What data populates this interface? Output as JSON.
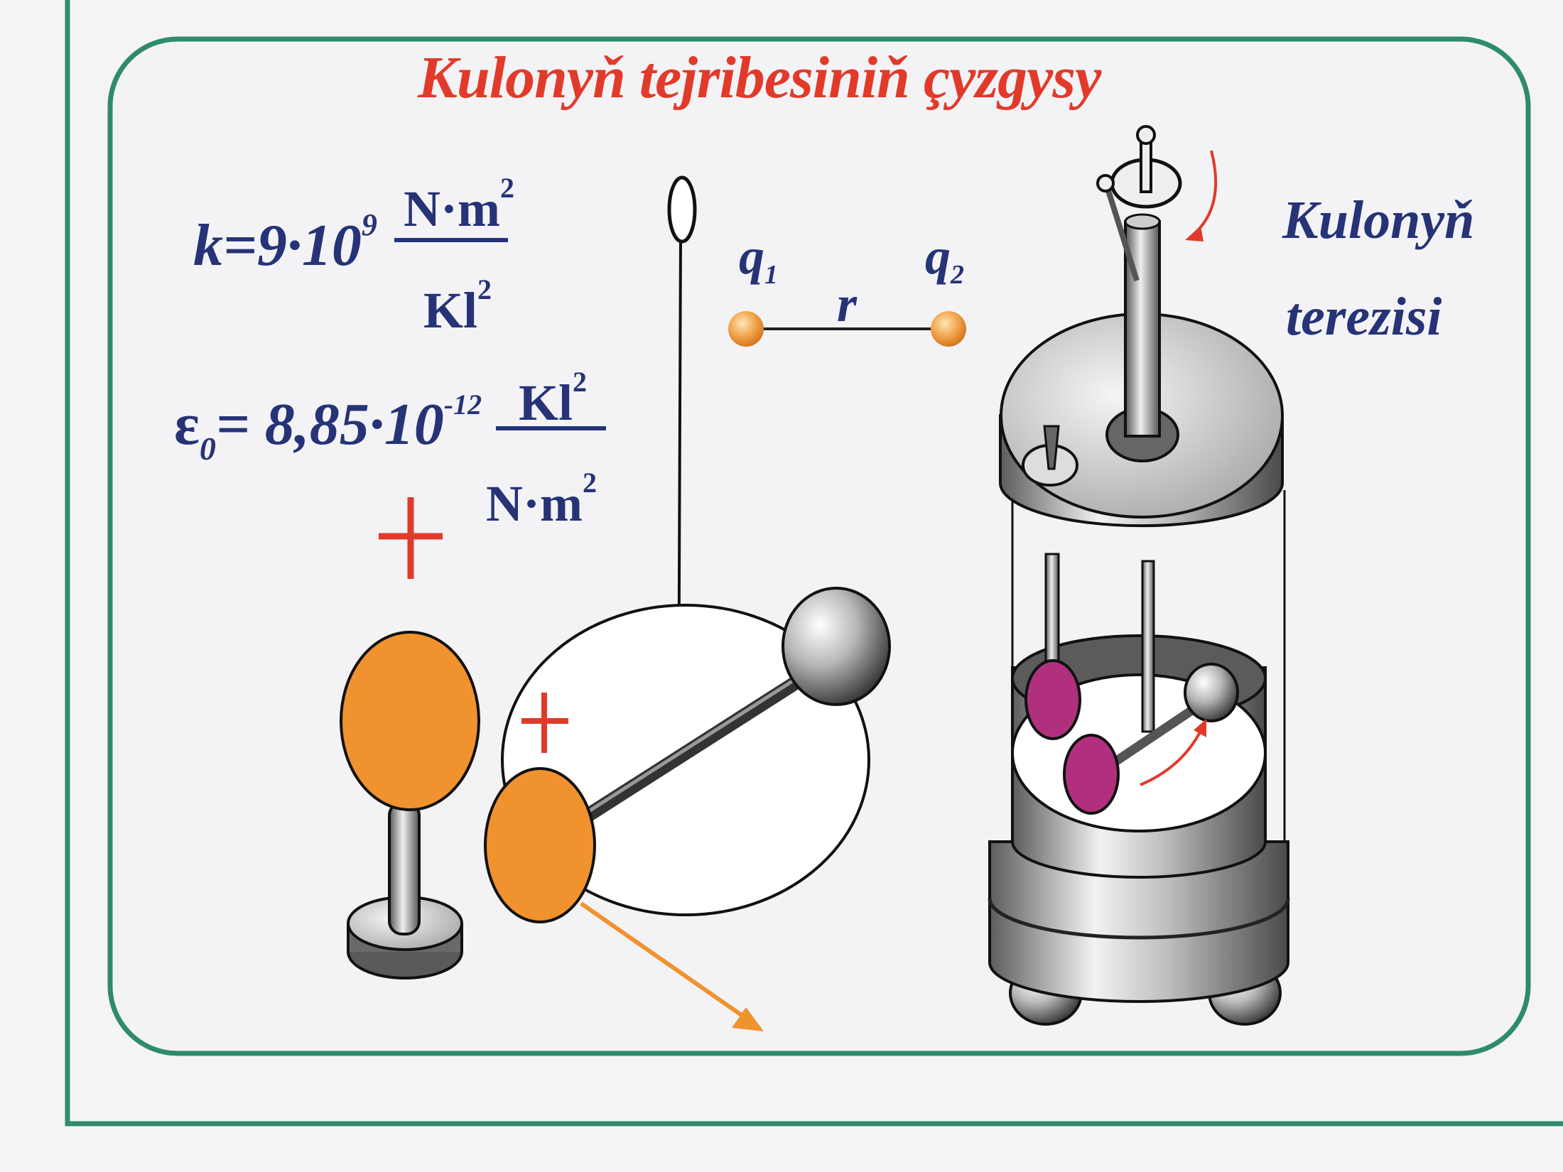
{
  "title": "Kulonyň tejribesiniň çyzgysy",
  "device_label_line1": "Kulonyň",
  "device_label_line2": "terezisi",
  "formula_k": {
    "lhs": "k=9·10",
    "exp": "9",
    "num_base": "N·m",
    "num_exp": "2",
    "den_base": "Kl",
    "den_exp": "2"
  },
  "formula_eps": {
    "symbol": "ε",
    "sub": "0",
    "rhs": "= 8,85·10",
    "exp": "-12",
    "num_base": "Kl",
    "num_exp": "2",
    "den_base": "N·m",
    "den_exp": "2"
  },
  "charge_diagram": {
    "q1": "q",
    "q1_sub": "1",
    "q2": "q",
    "q2_sub": "2",
    "r": "r"
  },
  "plus_sign": "+",
  "colors": {
    "frame_green": "#2e8b6b",
    "title_red": "#e23a2a",
    "text_blue": "#263377",
    "orange": "#f0922e",
    "magenta": "#b0307e",
    "grey": "#9a9a9a"
  }
}
